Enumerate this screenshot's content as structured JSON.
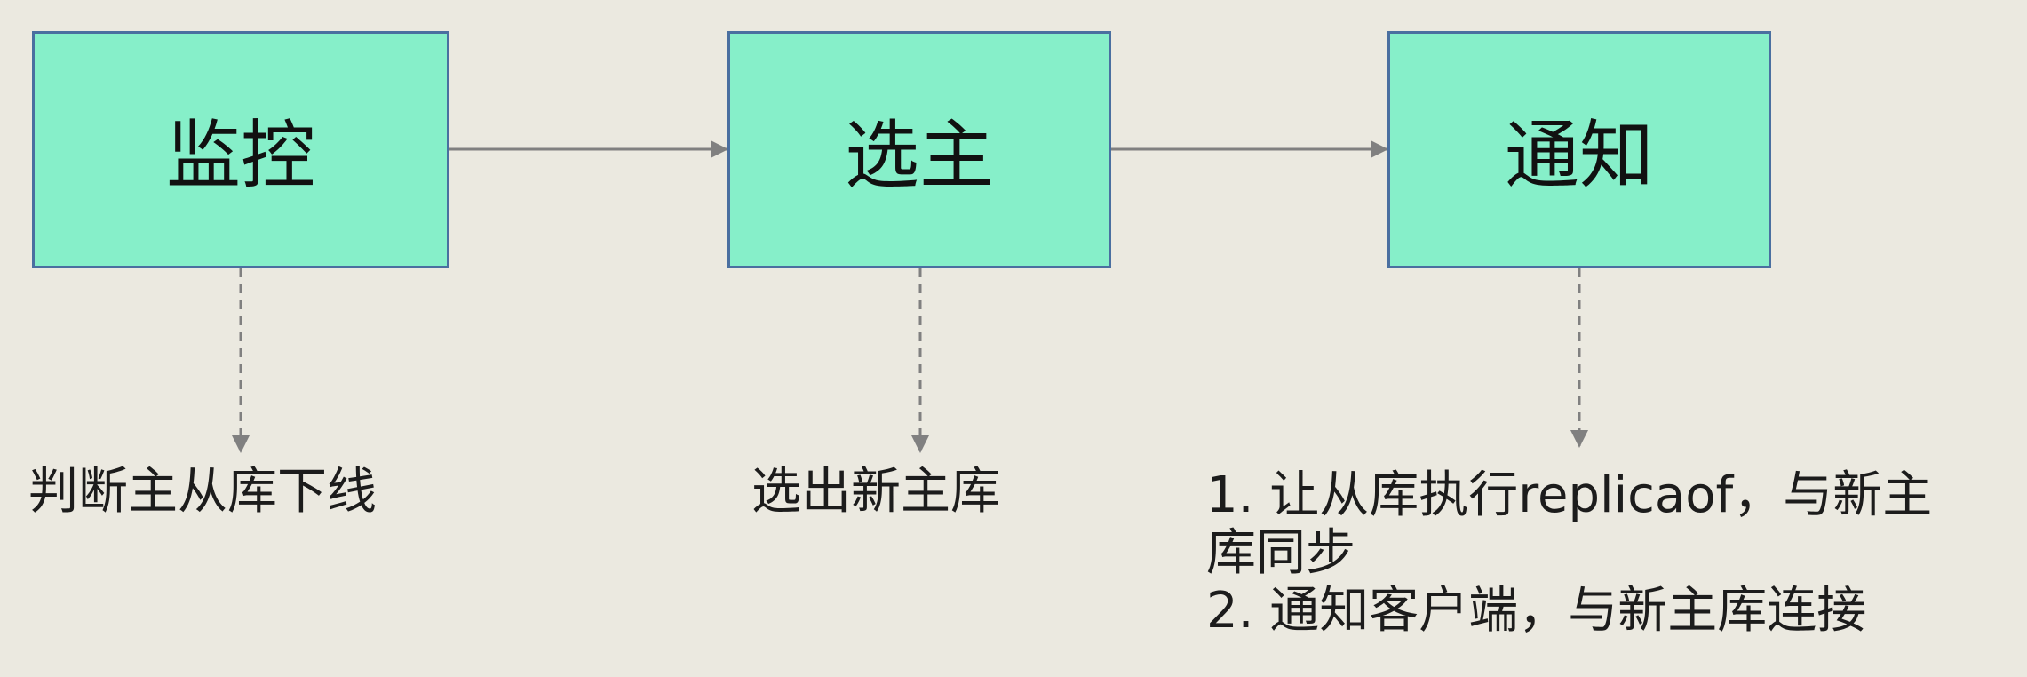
{
  "steps": [
    {
      "title": "监控",
      "result": "判断主从库下线"
    },
    {
      "title": "选主",
      "result": "选出新主库"
    },
    {
      "title": "通知",
      "result_lines": [
        "1. 让从库执行replicaof，与新主",
        "库同步",
        "2. 通知客户端，与新主库连接"
      ]
    }
  ],
  "colors": {
    "background": "#ebe9e0",
    "box_fill": "#86efc9",
    "box_border": "#4a6fa0",
    "connector": "#808080"
  }
}
